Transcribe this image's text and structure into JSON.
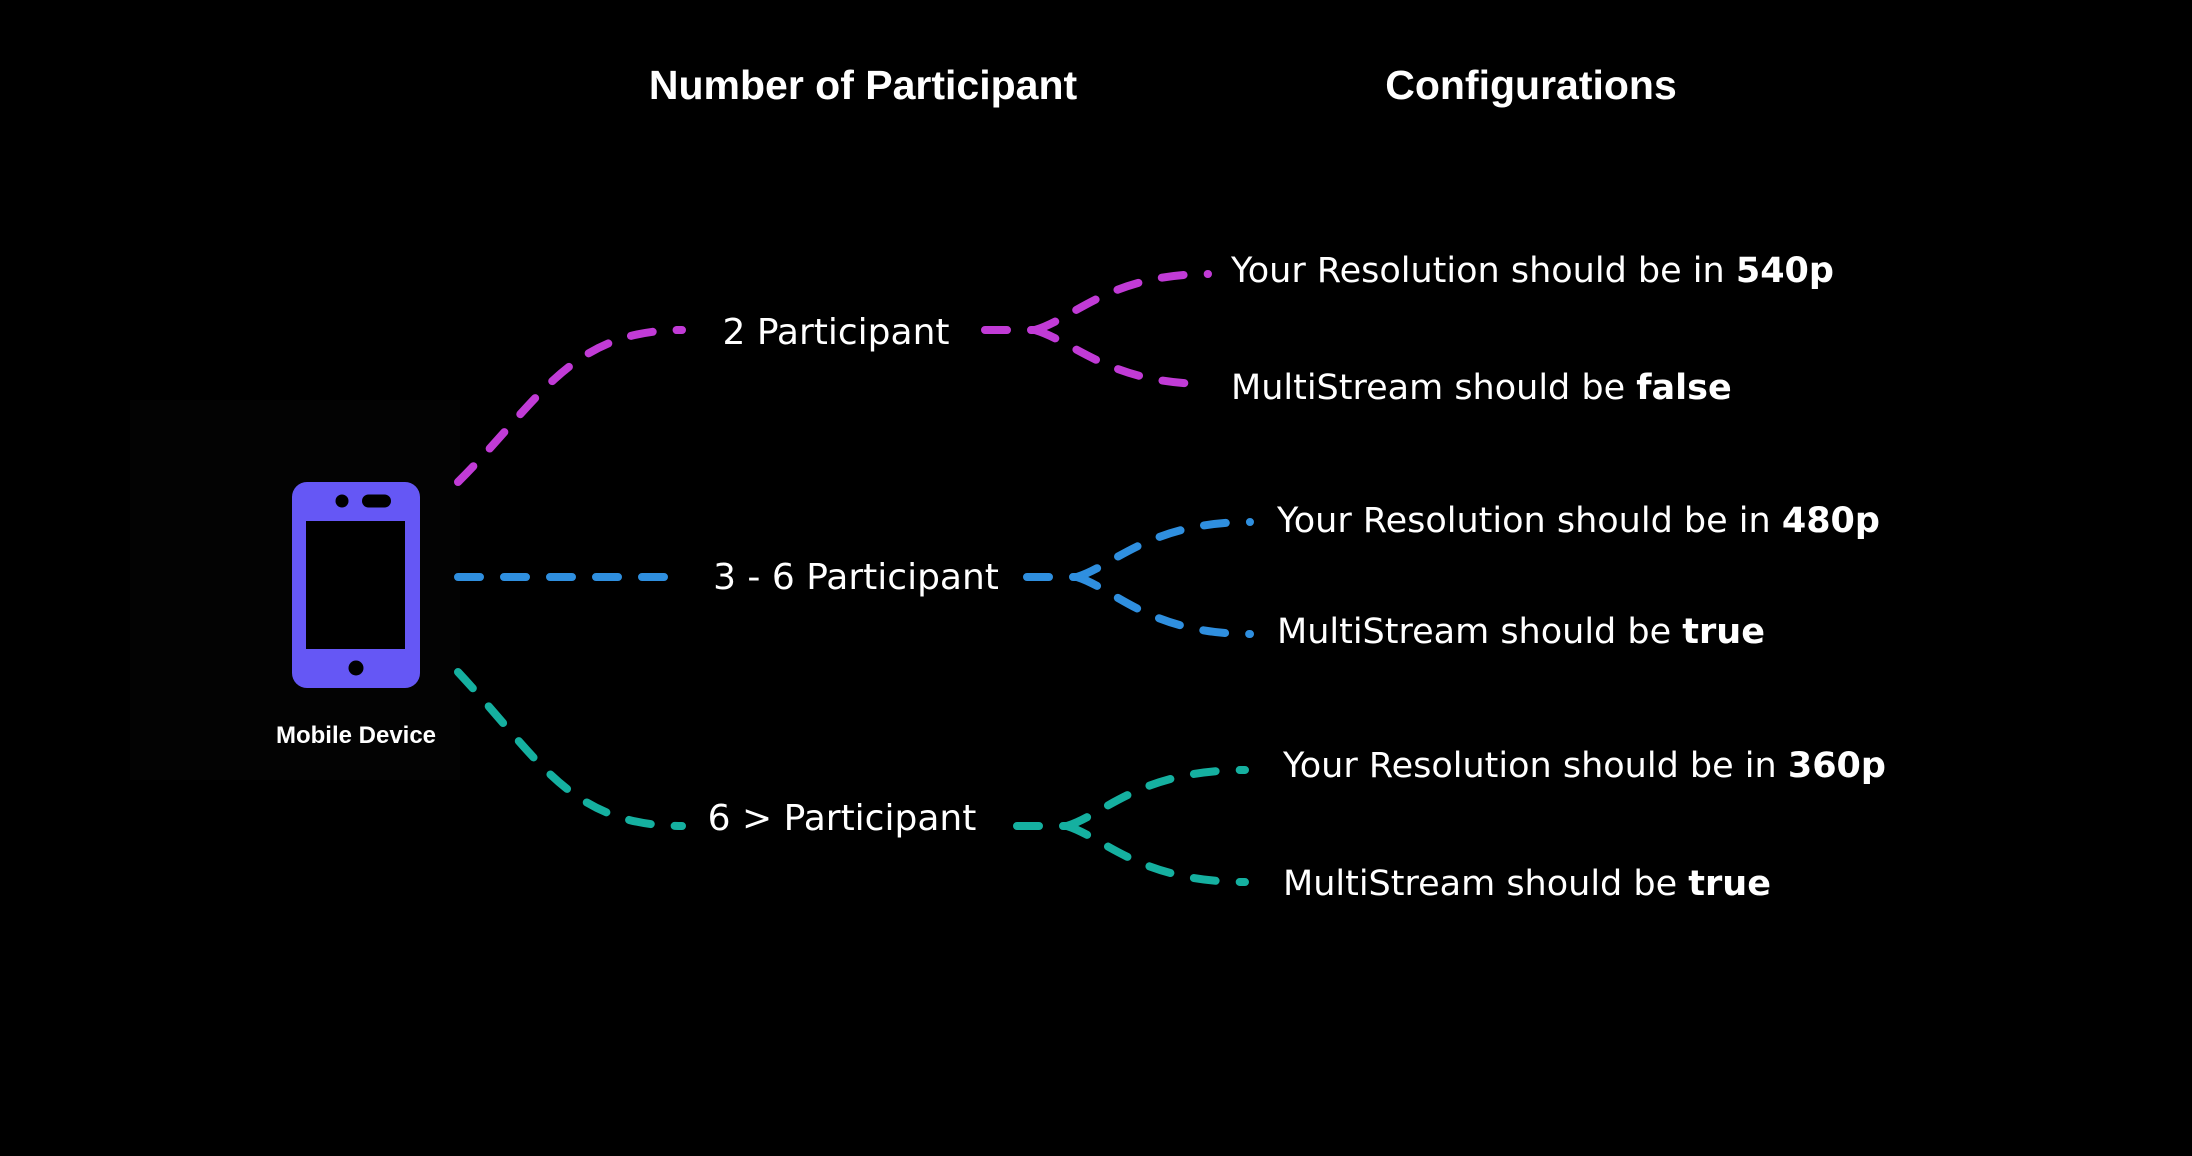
{
  "headers": {
    "participants": "Number of Participant",
    "configurations": "Configurations"
  },
  "device": {
    "label": "Mobile Device",
    "icon": "mobile-phone-icon",
    "color": "#6557f5"
  },
  "branches": [
    {
      "participants": "2 Participant",
      "color": "#c13bd6",
      "configs": [
        {
          "prefix": "Your Resolution should be in ",
          "value": "540p"
        },
        {
          "prefix": "MultiStream should be ",
          "value": "false"
        }
      ]
    },
    {
      "participants": "3 - 6  Participant",
      "color": "#2f8fdf",
      "configs": [
        {
          "prefix": "Your Resolution should be in ",
          "value": "480p"
        },
        {
          "prefix": "MultiStream should be ",
          "value": "true"
        }
      ]
    },
    {
      "participants": "6 > Participant",
      "color": "#15b0a0",
      "configs": [
        {
          "prefix": "Your Resolution should be in ",
          "value": "360p"
        },
        {
          "prefix": "MultiStream should be ",
          "value": "true"
        }
      ]
    }
  ]
}
